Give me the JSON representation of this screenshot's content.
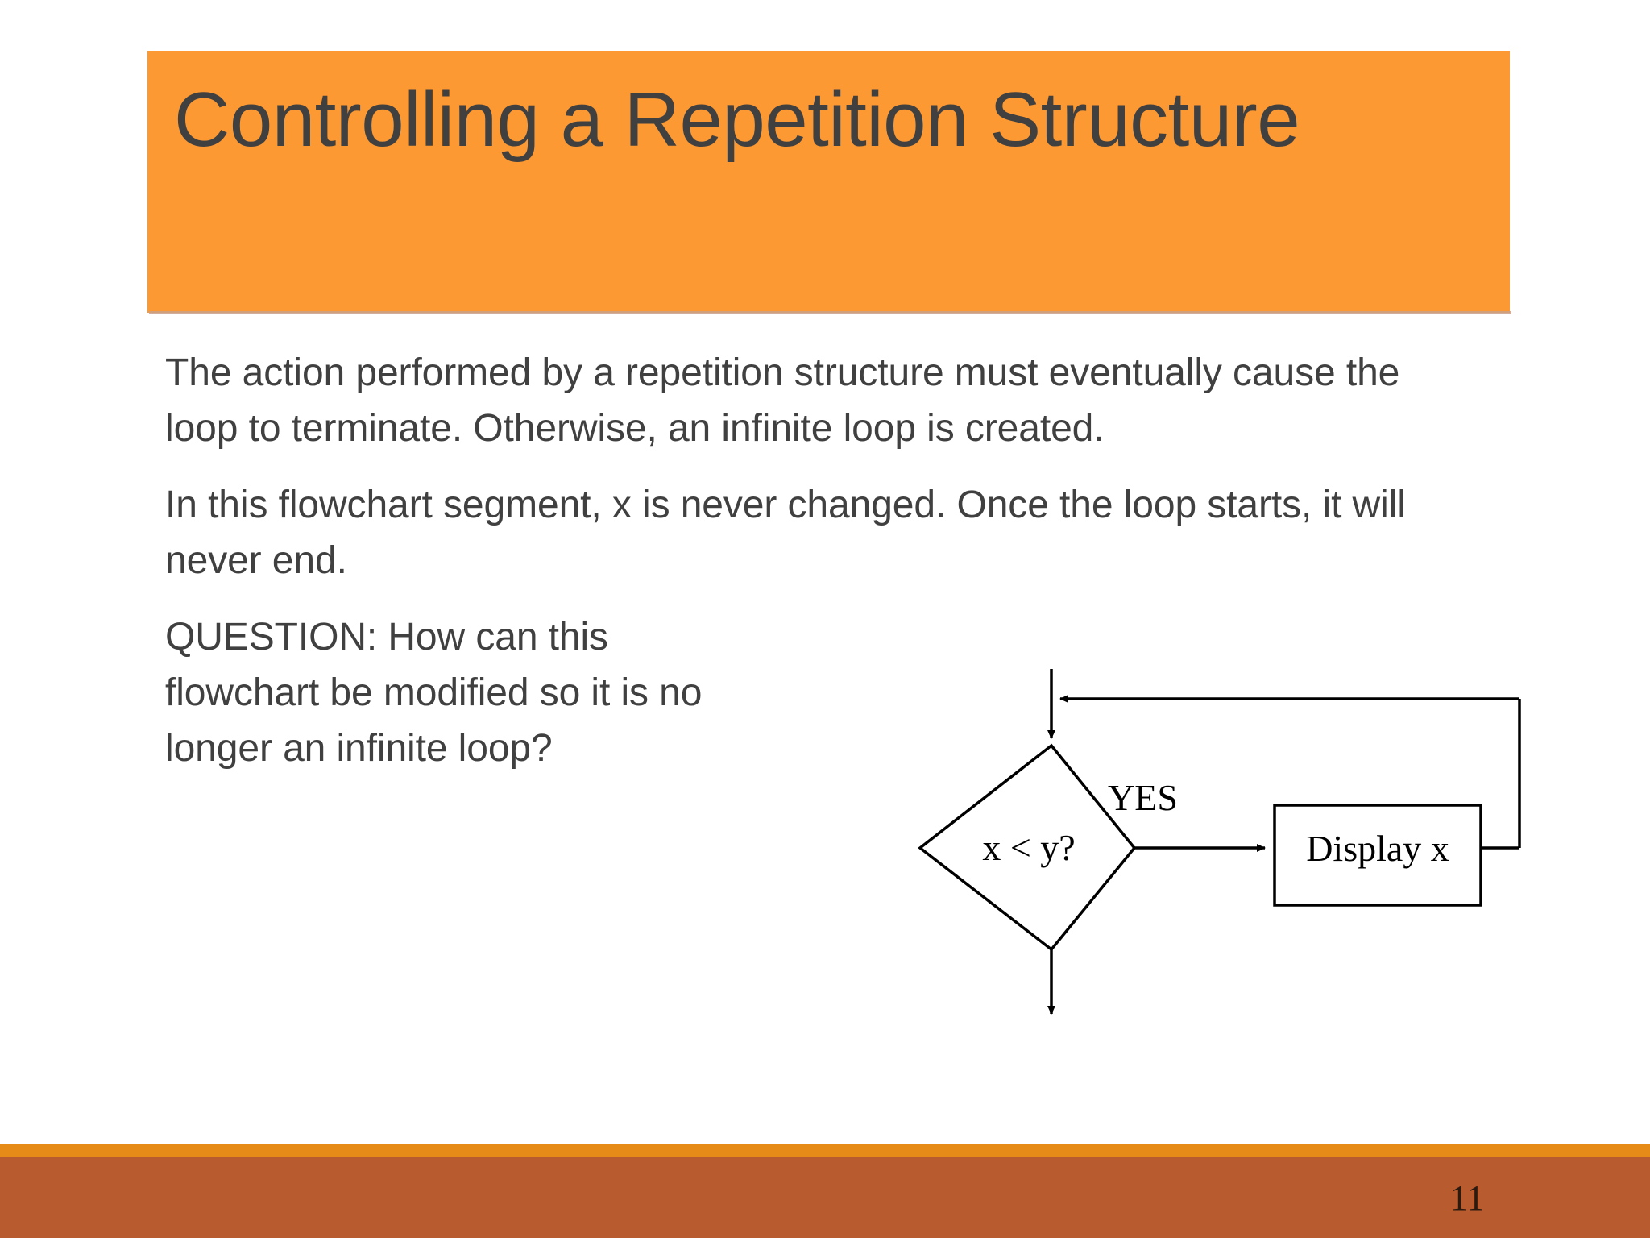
{
  "slide": {
    "title": "Controlling a Repetition Structure",
    "page_number": "11",
    "colors": {
      "title_band": "#FD9933",
      "title_text": "#404040",
      "body_text": "#404040",
      "footer_bright": "#E78B18",
      "footer_dark": "#B85C2F",
      "diagram_stroke": "#000000",
      "background": "#FFFFFF"
    },
    "body": {
      "paragraphs": [
        "The action performed by a repetition structure must eventually cause the loop to terminate. Otherwise, an infinite loop is created.",
        "In this flowchart segment, x is never changed. Once the loop starts, it will never end.",
        "QUESTION: How can this flowchart be modified so it is no longer an infinite loop?"
      ]
    },
    "flowchart": {
      "type": "flowchart",
      "decision_label": "x < y?",
      "yes_label": "YES",
      "process_label": "Display x",
      "nodes": [
        {
          "id": "decision",
          "shape": "diamond",
          "label": "x < y?"
        },
        {
          "id": "process",
          "shape": "rectangle",
          "label": "Display x"
        }
      ],
      "edges": [
        {
          "from": "entry",
          "to": "decision",
          "label": ""
        },
        {
          "from": "decision",
          "to": "process",
          "label": "YES"
        },
        {
          "from": "process",
          "to": "decision",
          "label": ""
        },
        {
          "from": "decision",
          "to": "exit",
          "label": ""
        }
      ]
    }
  }
}
